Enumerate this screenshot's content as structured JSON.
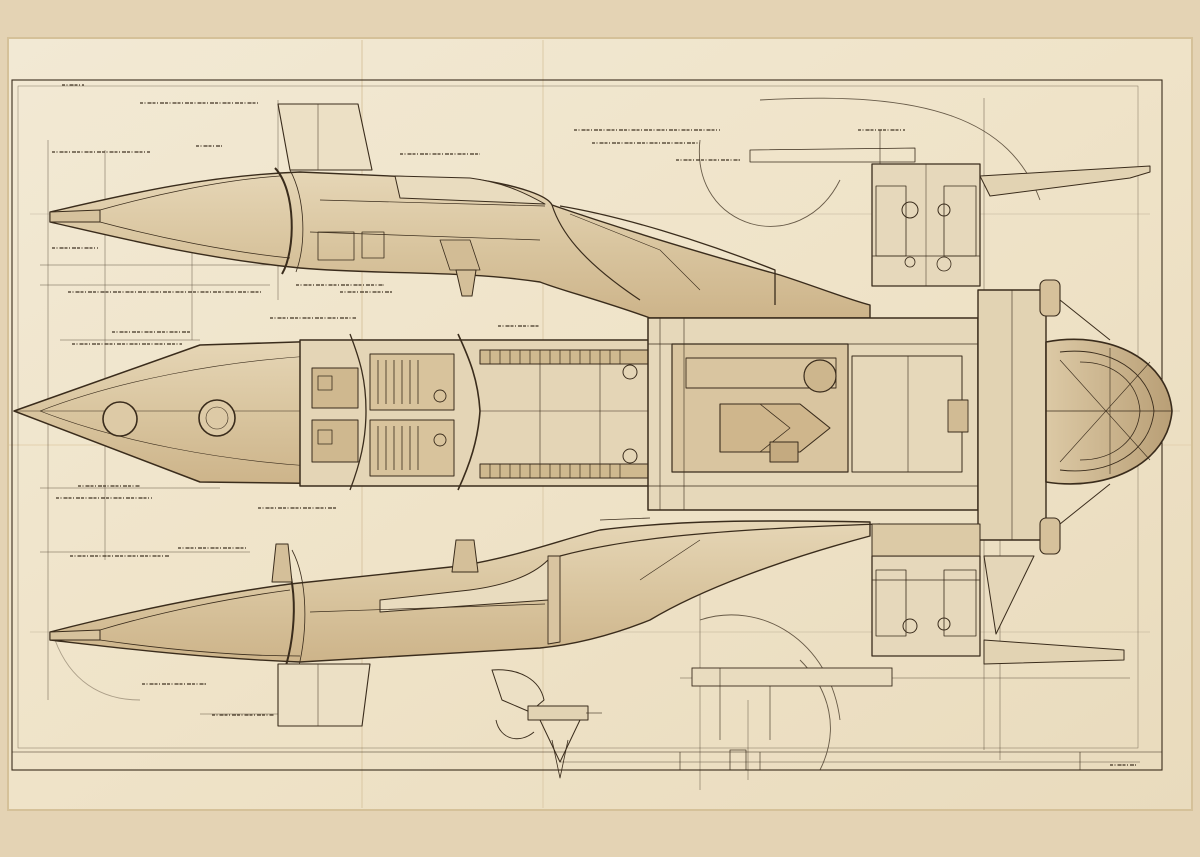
{
  "sheet": {
    "paper_color": "#f0e6cf",
    "ink_color": "#3a2c1c",
    "frame_color": "#e4d3b4",
    "shade_color": "#c9b48f"
  },
  "drawing": {
    "subject": "spacecraft-technical-blueprint",
    "views": [
      "upper-wing-pod",
      "central-fuselage",
      "lower-wing-pod",
      "detail-bracket"
    ],
    "annotations_legible": false
  }
}
